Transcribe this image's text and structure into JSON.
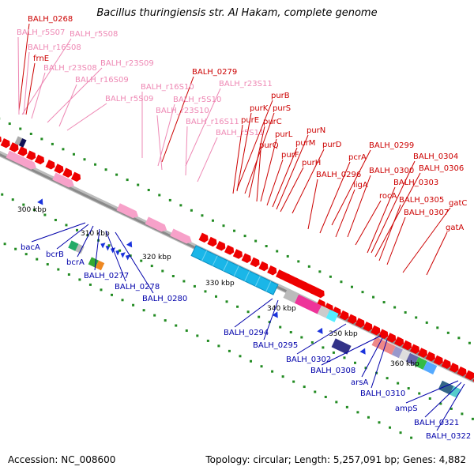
{
  "title": "Bacillus thuringiensis str. Al Hakam, complete genome",
  "footer": {
    "accession": "Accession: NC_008600",
    "summary": "Topology: circular; Length: 5,257,091 bp; Genes: 4,882"
  },
  "colors": {
    "top_label_red": "#cc0000",
    "top_label_pink": "#ee88b4",
    "bottom_label_blue": "#0000aa",
    "backbone": "#8a8a8a",
    "cds": "#ee0000",
    "rna": "#f7a1c9",
    "tick": "#228b22"
  },
  "top_labels": [
    {
      "text": "BALH_0268",
      "kind": "red"
    },
    {
      "text": "BALH_r5S07",
      "kind": "pink"
    },
    {
      "text": "BALH_r5S08",
      "kind": "pink"
    },
    {
      "text": "BALH_r16S08",
      "kind": "pink"
    },
    {
      "text": "frnE",
      "kind": "red"
    },
    {
      "text": "BALH_r23S08",
      "kind": "pink"
    },
    {
      "text": "BALH_r23S09",
      "kind": "pink"
    },
    {
      "text": "BALH_r16S09",
      "kind": "pink"
    },
    {
      "text": "BALH_r5S09",
      "kind": "pink"
    },
    {
      "text": "BALH_0279",
      "kind": "red"
    },
    {
      "text": "BALH_r23S11",
      "kind": "pink"
    },
    {
      "text": "BALH_r16S10",
      "kind": "pink"
    },
    {
      "text": "BALH_r5S10",
      "kind": "pink"
    },
    {
      "text": "BALH_r23S10",
      "kind": "pink"
    },
    {
      "text": "BALH_r16S11",
      "kind": "pink"
    },
    {
      "text": "BALH_r5S11",
      "kind": "pink"
    },
    {
      "text": "purB",
      "kind": "red"
    },
    {
      "text": "purK",
      "kind": "red"
    },
    {
      "text": "purS",
      "kind": "red"
    },
    {
      "text": "purE",
      "kind": "red"
    },
    {
      "text": "purC",
      "kind": "red"
    },
    {
      "text": "purL",
      "kind": "red"
    },
    {
      "text": "purQ",
      "kind": "red"
    },
    {
      "text": "purN",
      "kind": "red"
    },
    {
      "text": "purM",
      "kind": "red"
    },
    {
      "text": "purD",
      "kind": "red"
    },
    {
      "text": "purF",
      "kind": "red"
    },
    {
      "text": "purH",
      "kind": "red"
    },
    {
      "text": "BALH_0299",
      "kind": "red"
    },
    {
      "text": "pcrA",
      "kind": "red"
    },
    {
      "text": "BALH_0304",
      "kind": "red"
    },
    {
      "text": "BALH_0300",
      "kind": "red"
    },
    {
      "text": "BALH_0306",
      "kind": "red"
    },
    {
      "text": "BALH_0296",
      "kind": "red"
    },
    {
      "text": "ligA",
      "kind": "red"
    },
    {
      "text": "BALH_0303",
      "kind": "red"
    },
    {
      "text": "rocA",
      "kind": "red"
    },
    {
      "text": "BALH_0305",
      "kind": "red"
    },
    {
      "text": "gatC",
      "kind": "red"
    },
    {
      "text": "BALH_0307",
      "kind": "red"
    },
    {
      "text": "gatA",
      "kind": "red"
    }
  ],
  "bottom_labels": [
    {
      "text": "bacA"
    },
    {
      "text": "bcrB"
    },
    {
      "text": "bcrA"
    },
    {
      "text": "BALH_0277"
    },
    {
      "text": "BALH_0278"
    },
    {
      "text": "BALH_0280"
    },
    {
      "text": "BALH_0294"
    },
    {
      "text": "BALH_0295"
    },
    {
      "text": "BALH_0302"
    },
    {
      "text": "BALH_0308"
    },
    {
      "text": "arsA"
    },
    {
      "text": "BALH_0310"
    },
    {
      "text": "ampS"
    },
    {
      "text": "BALH_0321"
    },
    {
      "text": "BALH_0322"
    }
  ],
  "scale_labels": [
    "300 kbp",
    "310 kbp",
    "320 kbp",
    "330 kbp",
    "340 kbp",
    "350 kbp",
    "360 kbp"
  ]
}
